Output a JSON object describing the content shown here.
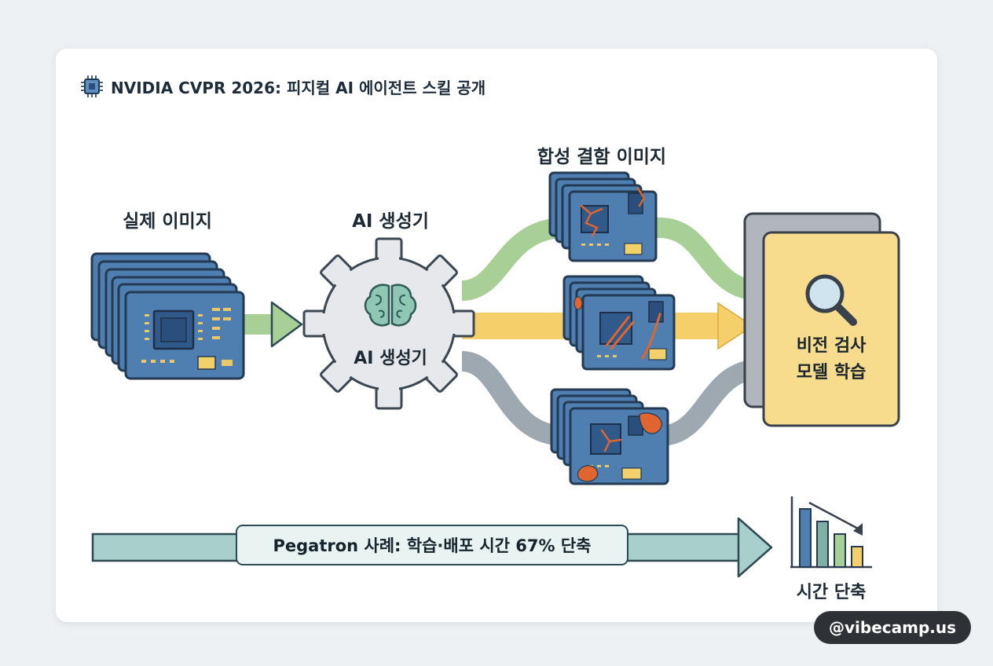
{
  "header": {
    "title": "NVIDIA CVPR 2026: 피지컬 AI 에이전트 스킬 공개",
    "icon": "chip-icon"
  },
  "diagram": {
    "real_images_label": "실제 이미지",
    "generator_top_label": "AI 생성기",
    "generator_inner_label": "AI 생성기",
    "synthetic_label": "합성 결함 이미지",
    "model_label_line1": "비전 검사",
    "model_label_line2": "모델 학습",
    "banner_text": "Pegatron 사례: 학습·배포 시간 67% 단축",
    "time_reduction_label": "시간 단축"
  },
  "colors": {
    "board": "#4e7fb0",
    "board_border": "#233a52",
    "green_flow": "#a8cf95",
    "yellow_flow": "#f5cf6a",
    "gray_flow": "#9da8b0",
    "model_panel": "#f7dc8e",
    "defect": "#e0652f"
  },
  "watermark": "@vibecamp.us"
}
